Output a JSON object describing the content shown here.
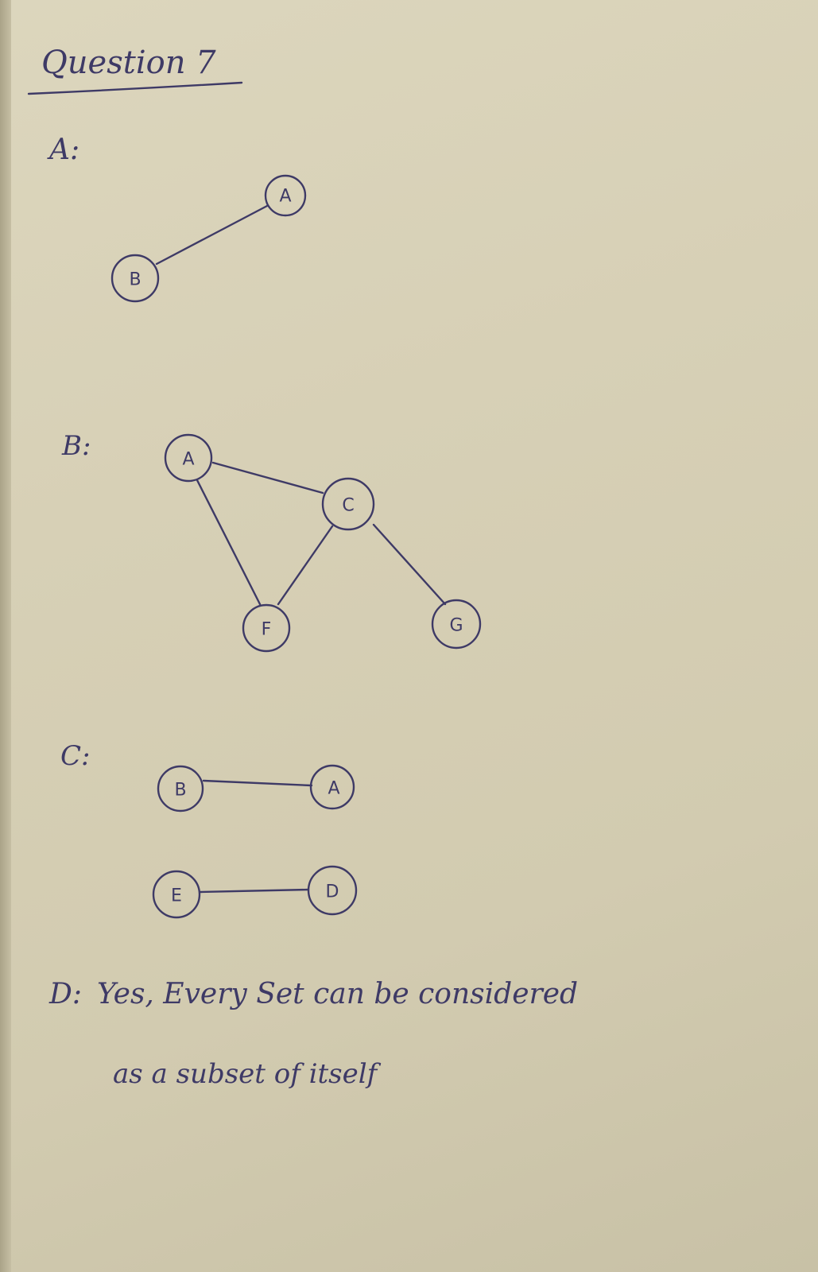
{
  "title": "Question 7",
  "ink_color": "#3e3a66",
  "paper_color": "#d7d0b6",
  "parts": {
    "a": {
      "label": "A:",
      "nodes": [
        "A",
        "B"
      ],
      "edges": [
        [
          "B",
          "A"
        ]
      ]
    },
    "b": {
      "label": "B:",
      "nodes": [
        "A",
        "C",
        "F",
        "G"
      ],
      "edges": [
        [
          "A",
          "C"
        ],
        [
          "A",
          "F"
        ],
        [
          "C",
          "F"
        ],
        [
          "C",
          "G"
        ]
      ]
    },
    "c": {
      "label": "C:",
      "nodes": [
        "B",
        "A",
        "E",
        "D"
      ],
      "edges": [
        [
          "B",
          "A"
        ],
        [
          "E",
          "D"
        ]
      ]
    },
    "d": {
      "label": "D:",
      "answer_line1": "Yes, Every Set can be considered",
      "answer_line2": "as a subset of itself"
    }
  }
}
